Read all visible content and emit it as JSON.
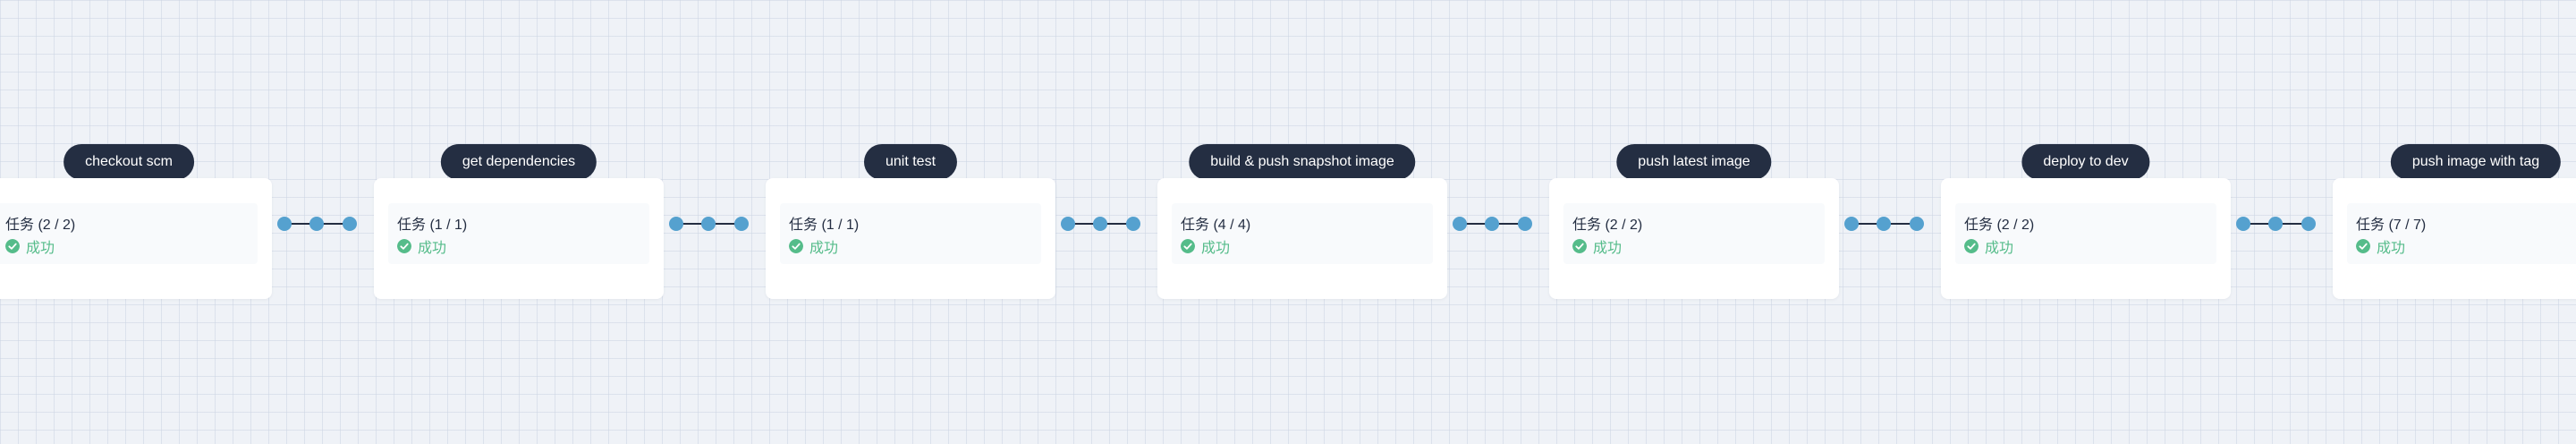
{
  "pipeline": {
    "stages": [
      {
        "name": "checkout scm",
        "task": "任务 (2 / 2)",
        "status": "成功"
      },
      {
        "name": "get dependencies",
        "task": "任务 (1 / 1)",
        "status": "成功"
      },
      {
        "name": "unit test",
        "task": "任务 (1 / 1)",
        "status": "成功"
      },
      {
        "name": "build & push snapshot image",
        "task": "任务 (4 / 4)",
        "status": "成功"
      },
      {
        "name": "push latest image",
        "task": "任务 (2 / 2)",
        "status": "成功"
      },
      {
        "name": "deploy to dev",
        "task": "任务 (2 / 2)",
        "status": "成功"
      },
      {
        "name": "push image with tag",
        "task": "任务 (7 / 7)",
        "status": "成功"
      }
    ]
  },
  "colors": {
    "background": "#eff2f7",
    "stage_pill": "#242e42",
    "connector_dot": "#55a1cf",
    "success": "#55bc8a"
  },
  "icons": {
    "status": "check-circle-icon"
  }
}
